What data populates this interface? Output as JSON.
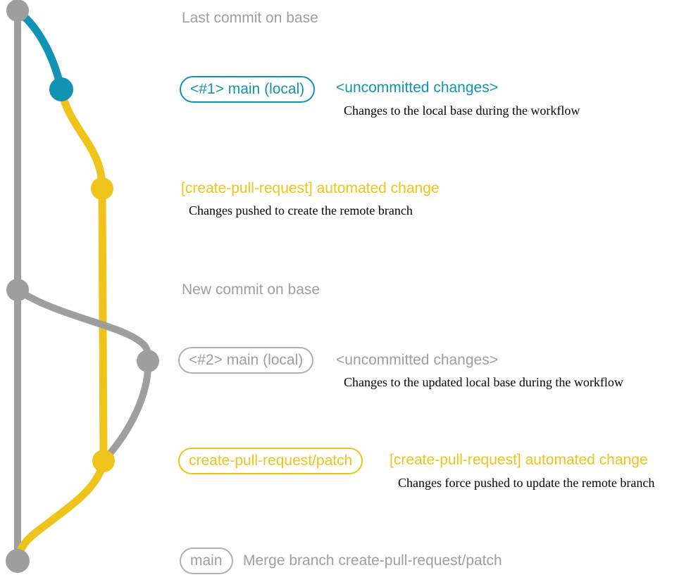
{
  "colors": {
    "gray": "#9e9e9e",
    "teal": "#1293b4",
    "gold": "#eec31a",
    "description_black": "#000000"
  },
  "graph": {
    "branches": [
      "base",
      "main-local",
      "create-pull-request-patch"
    ],
    "commit_dots": [
      {
        "name": "last-commit-on-base",
        "color": "gray"
      },
      {
        "name": "local-commit-1",
        "color": "teal"
      },
      {
        "name": "remote-branch-commit-1",
        "color": "gold"
      },
      {
        "name": "new-commit-on-base",
        "color": "gray"
      },
      {
        "name": "local-commit-2",
        "color": "gray"
      },
      {
        "name": "remote-branch-commit-2",
        "color": "gold"
      },
      {
        "name": "merge-commit",
        "color": "gray"
      }
    ]
  },
  "rows": {
    "r1": {
      "label": "Last commit on base"
    },
    "r2": {
      "badge": "<#1> main (local)",
      "headline": "<uncommitted changes>",
      "description": "Changes to the local base during the workflow"
    },
    "r3": {
      "headline": "[create-pull-request] automated change",
      "description": "Changes pushed to create the remote branch"
    },
    "r4": {
      "label": "New commit on base"
    },
    "r5": {
      "badge": "<#2> main (local)",
      "headline": "<uncommitted changes>",
      "description": "Changes to the updated local base during the workflow"
    },
    "r6": {
      "badge": "create-pull-request/patch",
      "headline": "[create-pull-request] automated change",
      "description": "Changes force pushed to update the remote branch"
    },
    "r7": {
      "badge": "main",
      "label": "Merge branch create-pull-request/patch"
    }
  }
}
